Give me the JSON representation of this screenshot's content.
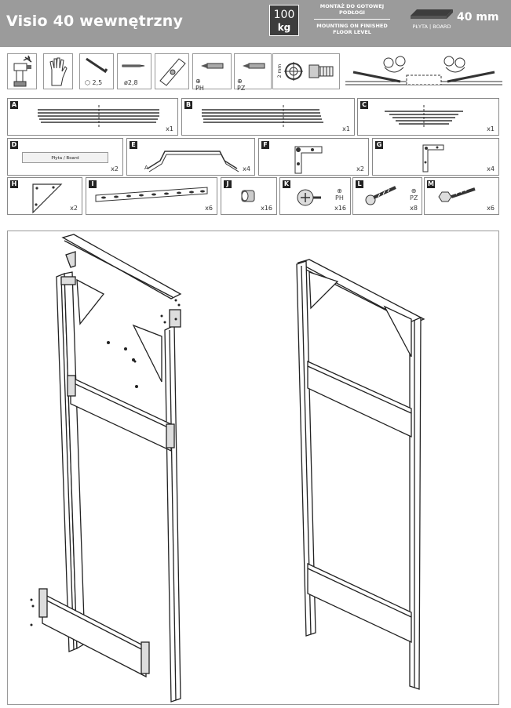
{
  "header": {
    "title": "Visio 40 wewnętrzny",
    "weight_value": "100",
    "weight_unit": "kg",
    "mount_pl": "MONTAŻ DO GOTOWEJ PODŁOGI",
    "mount_en": "MOUNTING ON FINISHED FLOOR LEVEL",
    "board_label": "PŁYTA | BOARD",
    "board_size": "40 mm"
  },
  "tools": {
    "hex_size": "2,5",
    "drill_size": "ø2,8",
    "bit_ph": "PH",
    "bit_pz": "PZ",
    "bolt_len": "2 mm"
  },
  "parts": [
    {
      "letter": "A",
      "qty": "x1"
    },
    {
      "letter": "B",
      "qty": "x1"
    },
    {
      "letter": "C",
      "qty": "x1"
    },
    {
      "letter": "D",
      "qty": "x2",
      "label": "Płyta / Board"
    },
    {
      "letter": "E",
      "qty": "x4",
      "sub": "A"
    },
    {
      "letter": "F",
      "qty": "x2"
    },
    {
      "letter": "G",
      "qty": "x4"
    },
    {
      "letter": "H",
      "qty": "x2"
    },
    {
      "letter": "I",
      "qty": "x6"
    },
    {
      "letter": "J",
      "qty": "x16"
    },
    {
      "letter": "K",
      "qty": "x16",
      "drive": "PH"
    },
    {
      "letter": "L",
      "qty": "x8",
      "drive": "PZ"
    },
    {
      "letter": "M",
      "qty": "x6"
    }
  ],
  "colors": {
    "header_bg": "#9b9b9b",
    "dark_box": "#3d3d3d",
    "line": "#222222"
  }
}
